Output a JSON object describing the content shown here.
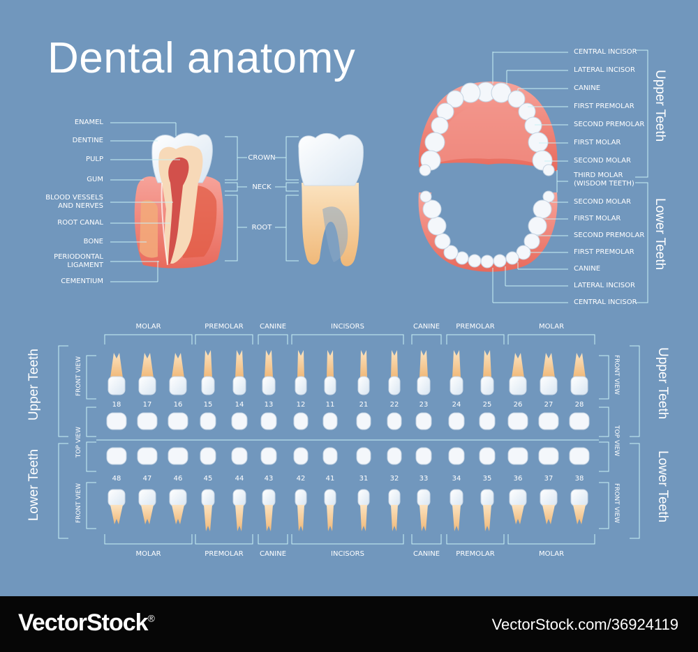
{
  "title": "Dental anatomy",
  "cross_section": {
    "left_labels": [
      "ENAMEL",
      "DENTINE",
      "PULP",
      "GUM",
      "BLOOD VESSELS\nAND NERVES",
      "ROOT CANAL",
      "BONE",
      "PERIODONTAL\nLIGAMENT",
      "CEMENTIUM"
    ],
    "parts": [
      "CROWN",
      "NECK",
      "ROOT"
    ]
  },
  "arch": {
    "upper_labels": [
      "CENTRAL INCISOR",
      "LATERAL INCISOR",
      "CANINE",
      "FIRST PREMOLAR",
      "SECOND PREMOLAR",
      "FIRST MOLAR",
      "SECOND MOLAR"
    ],
    "third_molar": "THIRD MOLAR\n(WISDOM TEETH)",
    "lower_labels": [
      "SECOND MOLAR",
      "FIRST MOLAR",
      "SECOND PREMOLAR",
      "FIRST PREMOLAR",
      "CANINE",
      "LATERAL INCISOR",
      "CENTRAL INCISOR"
    ],
    "upper_side": "Upper Teeth",
    "lower_side": "Lower Teeth"
  },
  "chart": {
    "top_groups": [
      "MOLAR",
      "PREMOLAR",
      "CANINE",
      "INCISORS",
      "CANINE",
      "PREMOLAR",
      "MOLAR"
    ],
    "bottom_groups": [
      "MOLAR",
      "PREMOLAR",
      "CANINE",
      "INCISORS",
      "CANINE",
      "PREMOLAR",
      "MOLAR"
    ],
    "upper_numbers": [
      "18",
      "17",
      "16",
      "15",
      "14",
      "13",
      "12",
      "11",
      "21",
      "22",
      "23",
      "24",
      "25",
      "26",
      "27",
      "28"
    ],
    "lower_numbers": [
      "48",
      "47",
      "46",
      "45",
      "44",
      "43",
      "42",
      "41",
      "31",
      "32",
      "33",
      "34",
      "35",
      "36",
      "37",
      "38"
    ],
    "front_view": "FRONT VIEW",
    "top_view": "TOP VIEW",
    "upper_side": "Upper Teeth",
    "lower_side": "Lower Teeth"
  },
  "watermark": {
    "brand": "VectorStock",
    "brand_mark": "®",
    "url": "VectorStock.com/36924119"
  },
  "colors": {
    "background": "#7197bd",
    "line": "#c9f1f5",
    "enamel": "#f4f7fb",
    "root": "#f5c990",
    "gum": "#f0867a",
    "footer": "#060606"
  }
}
